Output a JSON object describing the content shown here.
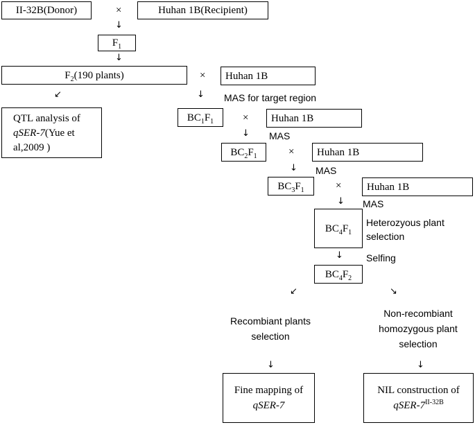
{
  "cross1": {
    "donor": "II-32B(Donor)",
    "times": "×",
    "recipient": "Huhan 1B(Recipient)"
  },
  "f1": {
    "base": "F",
    "sub": "1"
  },
  "f2": {
    "base": "F",
    "sub": "2",
    "rest": "(190 plants)",
    "times": "×",
    "recurrent": "Huhan 1B"
  },
  "qtl": {
    "line1": "QTL analysis of",
    "italic": "qSER-7",
    "line2_rest": "(Yue et",
    "line3": "al,2009 )"
  },
  "mas_target": "MAS for target region",
  "bc1": {
    "a": "BC",
    "a_sub": "1",
    "b": "F",
    "b_sub": "1",
    "times": "×",
    "recurrent": "Huhan 1B",
    "mas": "MAS"
  },
  "bc2": {
    "a": "BC",
    "a_sub": "2",
    "b": "F",
    "b_sub": "1",
    "times": "×",
    "recurrent": "Huhan 1B",
    "mas": "MAS"
  },
  "bc3": {
    "a": "BC",
    "a_sub": "3",
    "b": "F",
    "b_sub": "1",
    "times": "×",
    "recurrent": "Huhan 1B",
    "mas": "MAS"
  },
  "bc4f1": {
    "a": "BC",
    "a_sub": "4",
    "b": "F",
    "b_sub": "1",
    "note1": "Heterozyous plant",
    "note2": "selection"
  },
  "selfing": "Selfing",
  "bc4f2": {
    "a": "BC",
    "a_sub": "4",
    "b": "F",
    "b_sub": "2"
  },
  "recombinant": {
    "line1": "Recombiant plants",
    "line2": "selection"
  },
  "nonrecombinant": {
    "line1": "Non-recombiant",
    "line2": "homozygous plant",
    "line3": "selection"
  },
  "fine_mapping": {
    "line1": "Fine mapping of",
    "italic": "qSER-7"
  },
  "nil": {
    "line1": "NIL construction of",
    "italic": "qSER-7",
    "sup": "II-32B"
  }
}
